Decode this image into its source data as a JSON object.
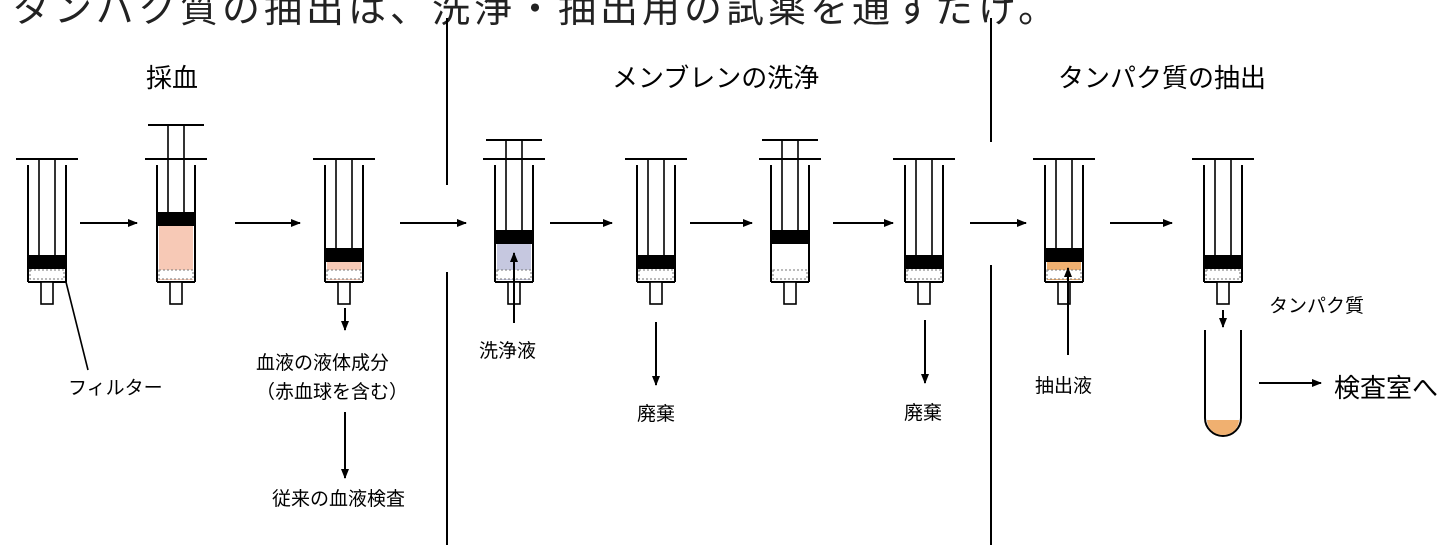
{
  "header_text": "タンパク質の抽出は、洗浄・抽出用の試薬を通すだけ。",
  "sections": {
    "blood": "採血",
    "wash": "メンブレンの洗浄",
    "extract": "タンパク質の抽出"
  },
  "labels": {
    "filter": "フィルター",
    "plasma_line1": "血液の液体成分",
    "plasma_line2": "（赤血球を含む）",
    "conventional": "従来の血液検査",
    "wash_solution": "洗浄液",
    "discard_1": "廃棄",
    "discard_2": "廃棄",
    "extract_solution": "抽出液",
    "protein": "タンパク質",
    "to_lab": "検査室へ"
  },
  "colors": {
    "blood_fill": "#f7c9b6",
    "wash_fill": "#c6c8e0",
    "sample_fill": "#f0b070",
    "band": "#000000"
  }
}
